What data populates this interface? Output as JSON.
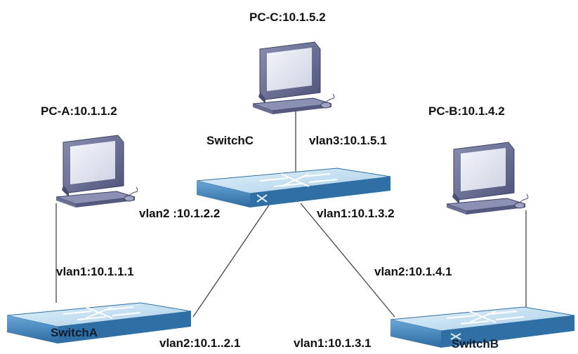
{
  "nodes": {
    "pc_c": {
      "label": "PC-C:10.1.5.2",
      "icon": "desktop-computer-icon"
    },
    "pc_a": {
      "label": "PC-A:10.1.1.2",
      "icon": "desktop-computer-icon"
    },
    "pc_b": {
      "label": "PC-B:10.1.4.2",
      "icon": "desktop-computer-icon"
    },
    "switch_c": {
      "label": "SwitchC",
      "icon": "network-switch-icon"
    },
    "switch_a": {
      "label": "SwitchA",
      "icon": "network-switch-icon"
    },
    "switch_b": {
      "label": "SwitchB",
      "icon": "network-switch-icon"
    }
  },
  "interfaces": {
    "c_vlan3": "vlan3:10.1.5.1",
    "c_vlan2": "vlan2 :10.1.2.2",
    "c_vlan1": "vlan1:10.1.3.2",
    "a_vlan1": "vlan1:10.1.1.1",
    "a_vlan2": "vlan2:10.1..2.1",
    "b_vlan2": "vlan2:10.1.4.1",
    "b_vlan1": "vlan1:10.1.3.1"
  },
  "colors": {
    "switch_top": "#c9e3f3",
    "switch_side": "#2f6fa3",
    "switch_front": "#4d8fc4",
    "monitor_frame": "#6b6f94",
    "monitor_screen": "#e9ebf3",
    "link": "#444444"
  }
}
